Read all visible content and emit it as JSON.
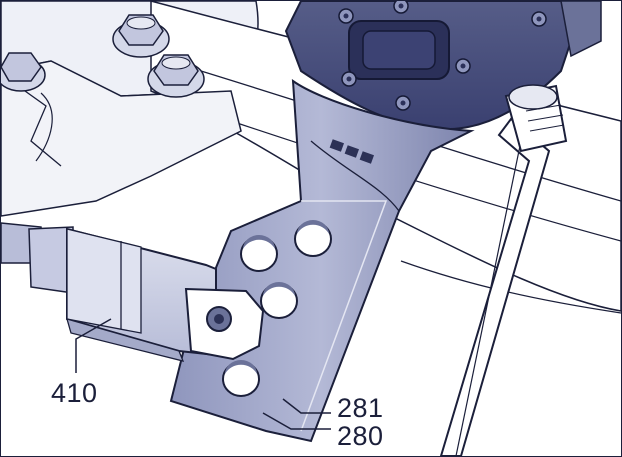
{
  "callouts": {
    "part_410": "410",
    "part_281": "281",
    "part_280": "280"
  },
  "colors": {
    "outline": "#1b1f3a",
    "steel_light": "#d4d8e9",
    "steel_mid": "#a4aac9",
    "steel_dark": "#6b7299",
    "ink_dark": "#2c3156",
    "background": "#ffffff"
  }
}
